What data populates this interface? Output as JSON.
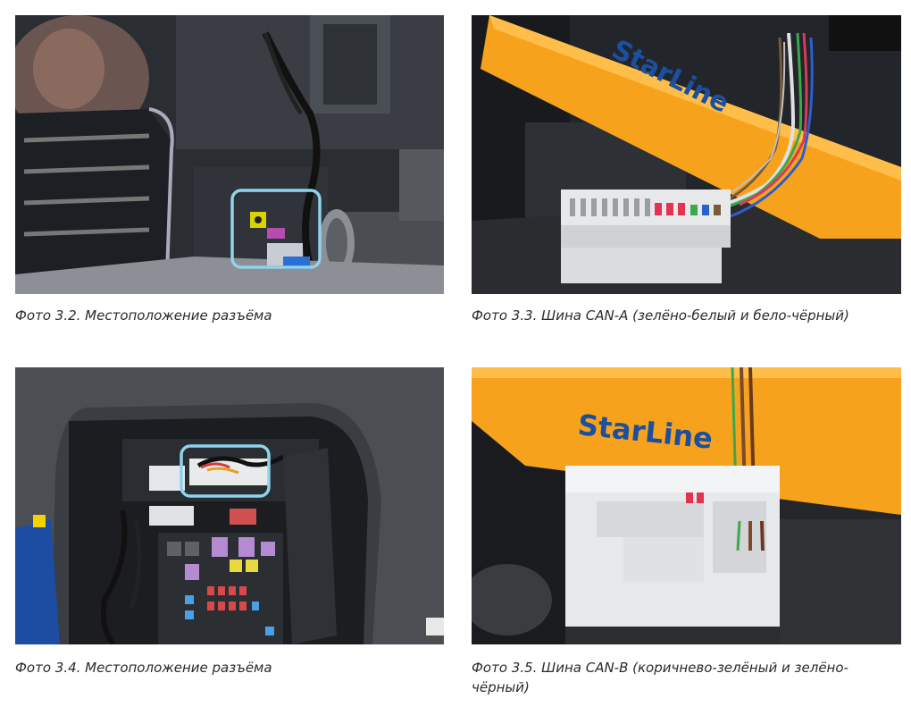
{
  "photos": [
    {
      "id": "photo-3-2",
      "caption": "Фото 3.2. Местоположение разъёма"
    },
    {
      "id": "photo-3-3",
      "caption": "Фото 3.3. Шина CAN-A (зелёно-белый и бело-чёрный)",
      "brand_text": "StarLine"
    },
    {
      "id": "photo-3-4",
      "caption": "Фото 3.4. Местоположение разъёма"
    },
    {
      "id": "photo-3-5",
      "caption": "Фото 3.5. Шина CAN-B (коричнево-зелёный и зелёно-чёрный)",
      "brand_text": "StarLine"
    }
  ],
  "colors": {
    "highlight_frame": "#8fd3ec",
    "tool_orange": "#f7a21c",
    "brand_blue": "#1b4fa0"
  }
}
